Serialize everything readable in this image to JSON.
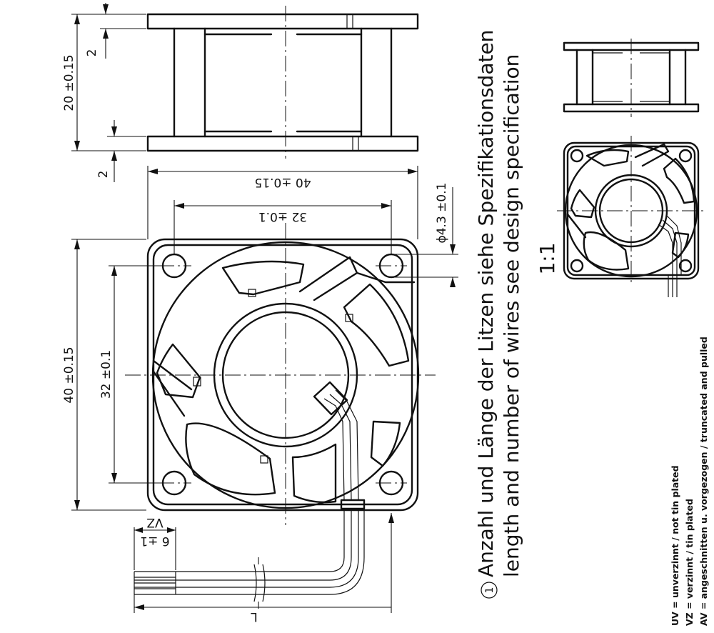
{
  "dimensions": {
    "side_height": "20 ±0.15",
    "side_flange": "2",
    "side_flange_lower": "2",
    "front_width": "40 ±0.15",
    "hole_spacing_x": "32 ±0.1",
    "hole_diameter": "ϕ4.3 ±0.1",
    "front_height": "40 ±0.15",
    "hole_spacing_y": "32 ±0.1",
    "wire_strip_label": "VZ",
    "wire_strip_length": "6 ±1",
    "wire_length": "L"
  },
  "notes": {
    "marker": "1",
    "line_de": "Anzahl und Länge der Litzen siehe Spezifikationsdaten",
    "line_en": "length and number of wires see design specification",
    "scale": "1:1"
  },
  "legend": {
    "uv": "UV = unverzinnt / not tin plated",
    "vz": "VZ = verzinnt / tin plated",
    "av": "AV = angeschnitten u. vorgezogen / truncated and pulled"
  }
}
